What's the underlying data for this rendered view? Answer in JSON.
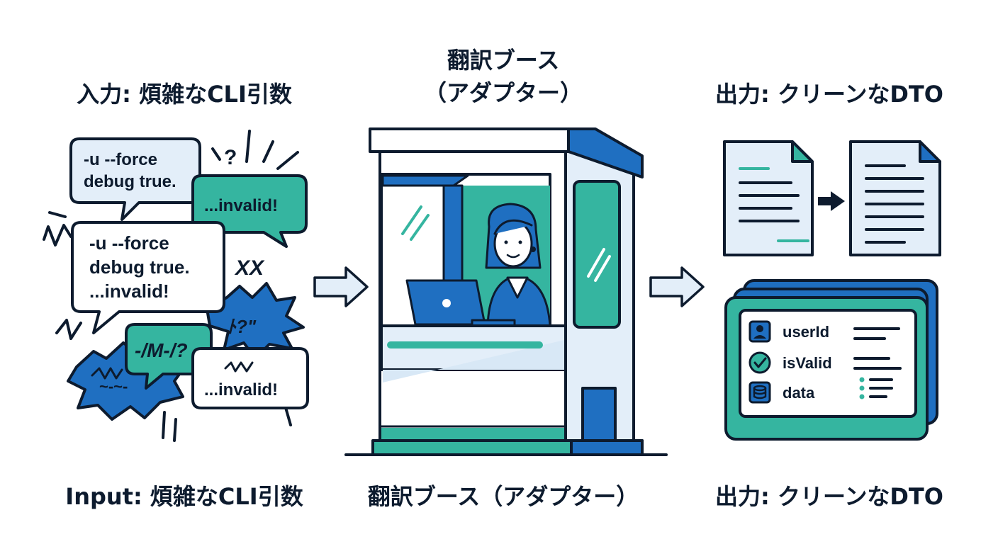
{
  "input_panel": {
    "title": "入力: 煩雑なCLI引数",
    "caption": "Input: 煩雑なCLI引数",
    "bubble_1_line_1": "-u --force",
    "bubble_1_line_2": "debug true.",
    "bubble_2": "...invalid!",
    "bubble_3_line_1": "-u --force",
    "bubble_3_line_2": "debug true.",
    "bubble_3_line_3": "...invalid!",
    "bubble_4": "-/M-/?",
    "bubble_5": "...invalid!",
    "scribble_1": "?",
    "scribble_2": "XX",
    "scribble_3": "ﾄ?\"",
    "scribble_4": "~-~-"
  },
  "booth_panel": {
    "title_line_1": "翻訳ブース",
    "title_line_2": "（アダプター）",
    "caption": "翻訳ブース（アダプター）"
  },
  "output_panel": {
    "title": "出力: クリーンなDTO",
    "caption": "出力:  クリーンなDTO",
    "dto_fields": [
      "userId",
      "isValid",
      "data"
    ]
  },
  "colors": {
    "navy": "#0d1b2e",
    "blue": "#1f6fc1",
    "teal": "#35b5a0",
    "light_blue": "#e3eef9",
    "light_teal": "#d6f1ec"
  }
}
